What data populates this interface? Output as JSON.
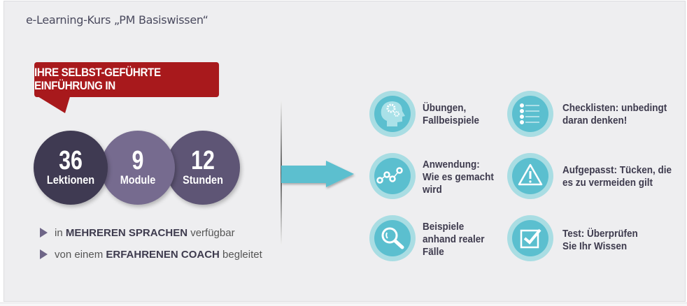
{
  "title": "e-Learning-Kurs „PM Basiswissen“",
  "banner": "IHRE SELBST-GEFÜHRTE EINFÜHRUNG IN",
  "stats": [
    {
      "num": "36",
      "label": "Lektionen",
      "color": "#3f3a52"
    },
    {
      "num": "9",
      "label": "Module",
      "color": "#766b8f"
    },
    {
      "num": "12",
      "label": "Stunden",
      "color": "#5e5575"
    }
  ],
  "bullets": [
    {
      "pre": "in ",
      "bold": "MEHREREN SPRACHEN",
      "post": " verfügbar"
    },
    {
      "pre": "von einem ",
      "bold": "ERFAHRENEN COACH",
      "post": " begleitet"
    }
  ],
  "features": [
    {
      "icon": "head-gears-icon",
      "line1": "Übungen,",
      "line2": "Fallbeispiele",
      "line3": ""
    },
    {
      "icon": "checklist-icon",
      "line1": "Checklisten: unbedingt",
      "line2": "daran denken!",
      "line3": ""
    },
    {
      "icon": "line-chart-icon",
      "line1": "Anwendung:",
      "line2": "Wie es gemacht",
      "line3": "wird"
    },
    {
      "icon": "warning-icon",
      "line1": "Aufgepasst: Tücken, die",
      "line2": "es zu vermeiden gilt",
      "line3": ""
    },
    {
      "icon": "magnifier-icon",
      "line1": "Beispiele",
      "line2": "anhand realer",
      "line3": "Fälle"
    },
    {
      "icon": "checkbox-icon",
      "line1": "Test: Überprüfen",
      "line2": "Sie Ihr Wissen",
      "line3": ""
    }
  ],
  "colors": {
    "banner": "#a8191c",
    "teal": "#5bbfcf",
    "teal_light": "#a9dde3"
  }
}
